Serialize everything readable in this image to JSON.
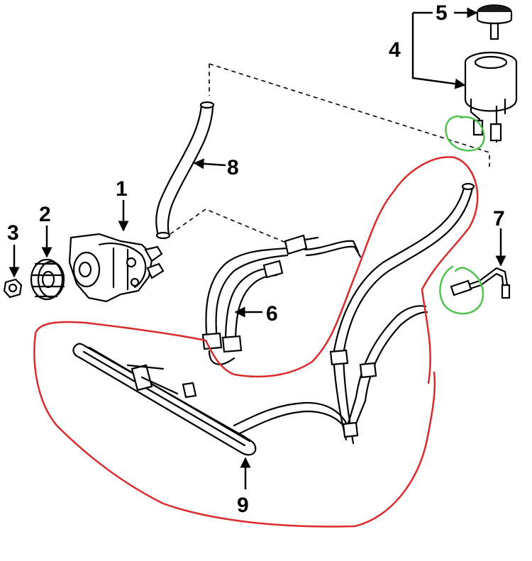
{
  "callouts": {
    "n1": "1",
    "n2": "2",
    "n3": "3",
    "n4": "4",
    "n5": "5",
    "n6": "6",
    "n7": "7",
    "n8": "8",
    "n9": "9"
  },
  "colors": {
    "red_annotation": "#d92b2b",
    "green_annotation": "#4fc24f",
    "line_art": "#000000",
    "background": "#ffffff"
  }
}
